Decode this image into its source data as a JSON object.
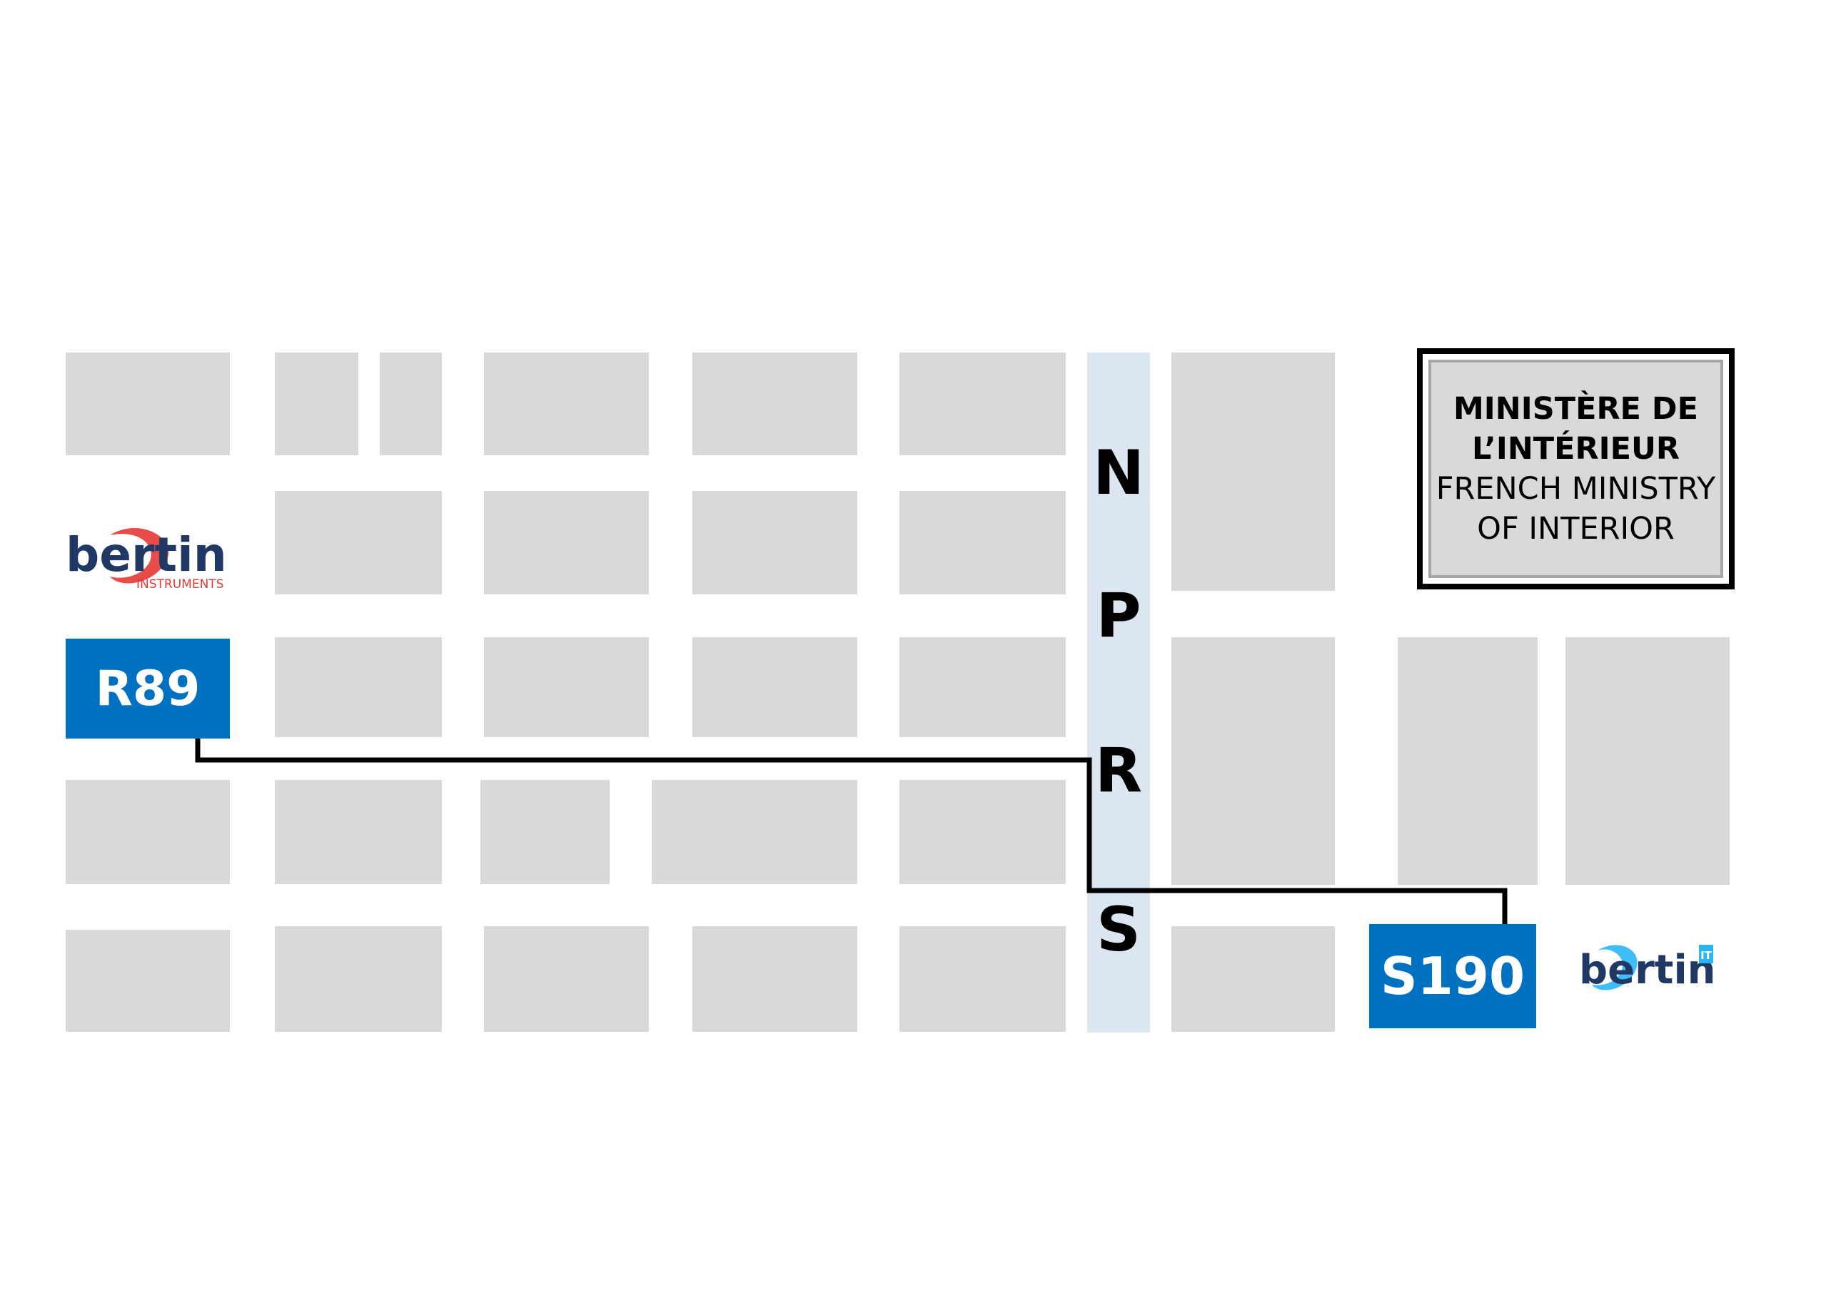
{
  "aisle": {
    "letters": [
      "N",
      "P",
      "R",
      "S"
    ]
  },
  "stands": {
    "r89": "R89",
    "s190": "S190"
  },
  "ministry": {
    "line1": "MINISTÈRE DE",
    "line2": "L’INTÉRIEUR",
    "line3": "FRENCH MINISTRY",
    "line4": "OF INTERIOR"
  },
  "logos": {
    "bertin_instruments": {
      "wordmark": "bertin",
      "tagline": "INSTRUMENTS"
    },
    "bertin_it": {
      "wordmark": "bertin",
      "badge": "IT"
    }
  },
  "colors": {
    "block": "#d9d9d9",
    "aisle": "#dce6f1",
    "stand": "#0070c0",
    "route": "#000000",
    "logo_navy": "#1f3864",
    "logo_red": "#e53935",
    "logo_cyan": "#29b6f6"
  }
}
